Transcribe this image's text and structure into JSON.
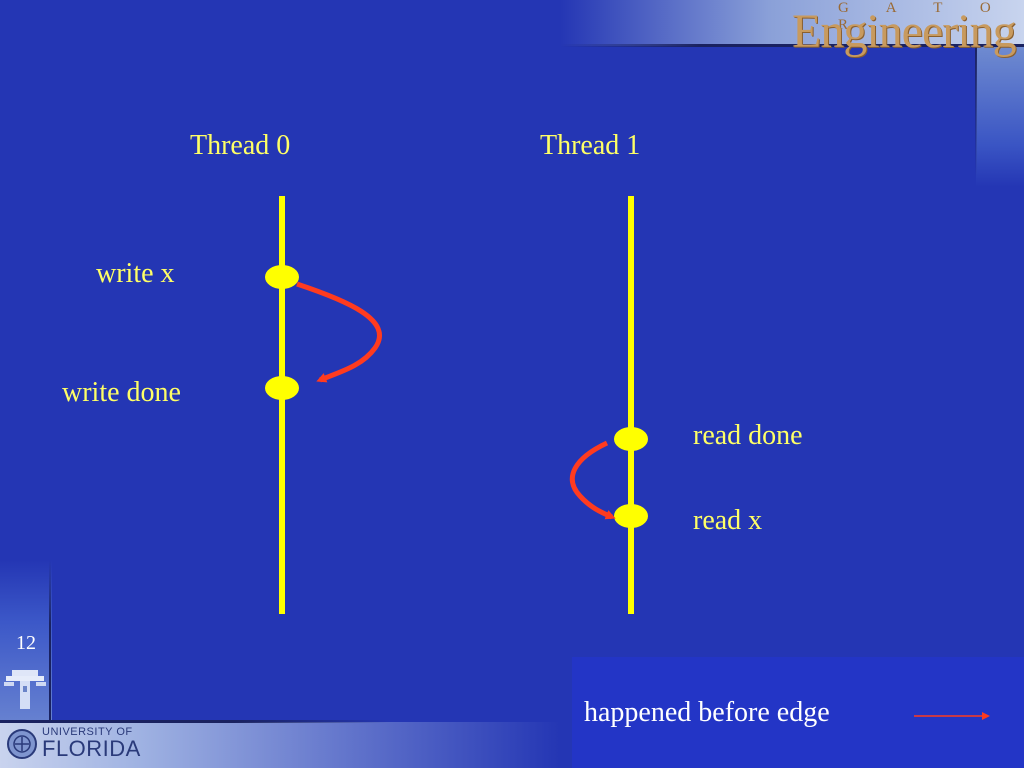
{
  "branding": {
    "gator": "G A T O R",
    "engineering": "Engineering",
    "university_top": "UNIVERSITY OF",
    "university_bottom": "FLORIDA"
  },
  "slide": {
    "number": "12"
  },
  "diagram": {
    "threads": [
      {
        "title": "Thread 0"
      },
      {
        "title": "Thread 1"
      }
    ],
    "events": {
      "write_x": "write x",
      "write_done": "write done",
      "read_done": "read done",
      "read_x": "read x"
    }
  },
  "legend": {
    "label": "happened before edge"
  },
  "colors": {
    "background": "#2436b4",
    "timeline": "#ffff00",
    "event_node": "#ffff00",
    "edge": "#ff3b1f",
    "label": "#ffff66",
    "legend_text": "#ffffff"
  }
}
